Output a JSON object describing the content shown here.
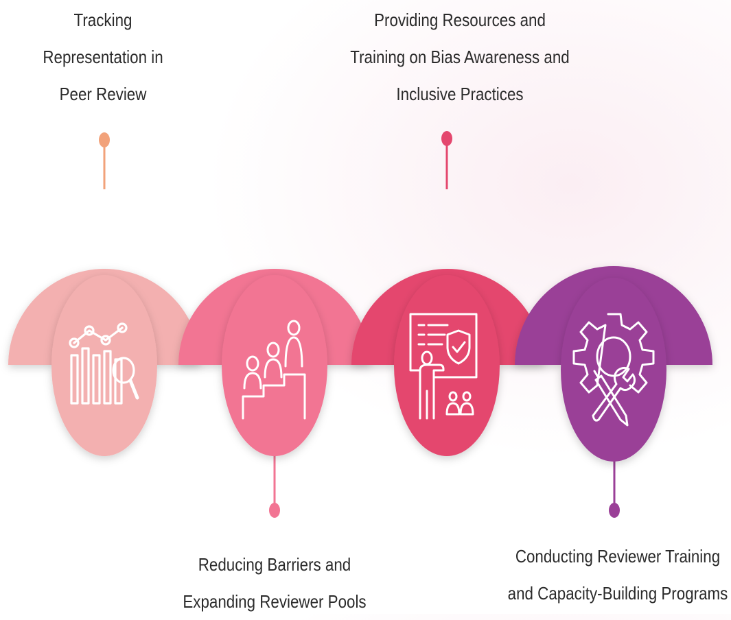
{
  "steps": [
    {
      "lines": [
        "Tracking",
        "Representation in",
        "Peer Review"
      ],
      "color": "#f3b0b0",
      "icon": "analytics-chart-magnifier-icon"
    },
    {
      "lines": [
        "Reducing Barriers and",
        "Expanding Reviewer Pools"
      ],
      "color": "#f27493",
      "icon": "people-on-stairs-icon"
    },
    {
      "lines": [
        "Providing Resources and",
        "Training on Bias Awareness and",
        "Inclusive Practices"
      ],
      "color": "#e4476e",
      "icon": "presenter-shield-board-icon"
    },
    {
      "lines": [
        "Conducting Reviewer Training",
        "and Capacity-Building Programs"
      ],
      "color": "#9a3f97",
      "icon": "gear-wrench-pencil-icon"
    }
  ],
  "connector_color_first": "#f2a27a"
}
